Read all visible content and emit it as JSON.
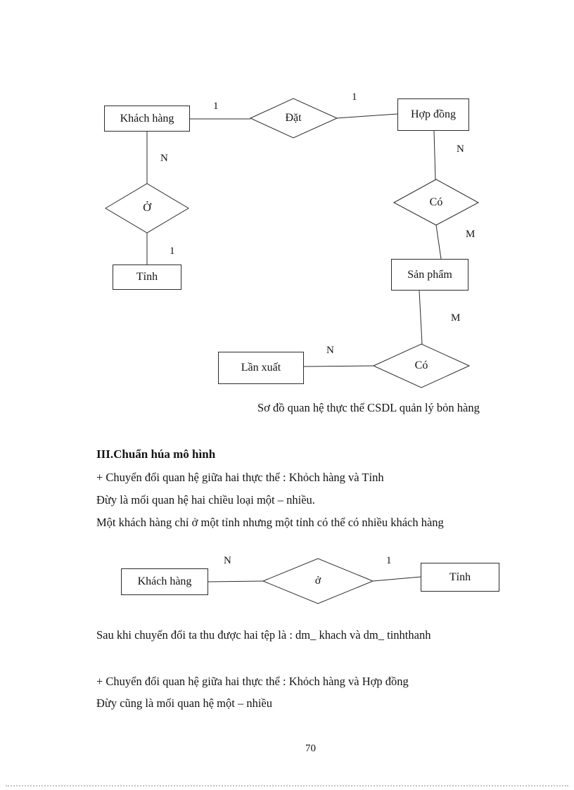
{
  "page": {
    "number": "70"
  },
  "diagram1": {
    "entities": {
      "khach_hang": "Khách hàng",
      "hop_dong": "Hợp đồng",
      "tinh": "Tỉnh",
      "san_pham": "Sản phẩm",
      "lan_xuat": "Lần xuất"
    },
    "relations": {
      "dat": "Đặt",
      "o": "Ở",
      "co1": "Có",
      "co2": "Có"
    },
    "cardinalities": {
      "kh_dat": "1",
      "dat_hd": "1",
      "kh_o": "N",
      "o_tinh": "1",
      "hd_co": "N",
      "co_sp": "M",
      "sp_co2": "M",
      "co2_lx": "N"
    },
    "caption": "Sơ đồ quan hệ thực thể CSDL quản lý bỏn hàng"
  },
  "section3": {
    "heading": "III.Chuẩn húa mô hình",
    "paragraphs": [
      "+ Chuyển đổi quan hệ giữa hai thực thể : Khỏch hàng và Tỉnh",
      "Đừy là mối quan hệ hai chiều loại một – nhiều.",
      "Một khách hàng chỉ ở một tỉnh nhưng một tỉnh có thể có nhiều khách hàng"
    ]
  },
  "diagram2": {
    "entities": {
      "khach_hang": "Khách hàng",
      "tinh": "Tỉnh"
    },
    "relation": "ở",
    "cardinalities": {
      "kh_o": "N",
      "o_tinh": "1"
    }
  },
  "afterText": {
    "line1": "Sau khi chuyển đổi ta thu được hai tệp là : dm_ khach và dm_ tinhthanh",
    "line2": "+ Chuyển đổi quan hệ giữa hai thực thể : Khỏch hàng và Hợp đồng",
    "line3": "Đừy cũng là mối quan hệ một – nhiều"
  }
}
